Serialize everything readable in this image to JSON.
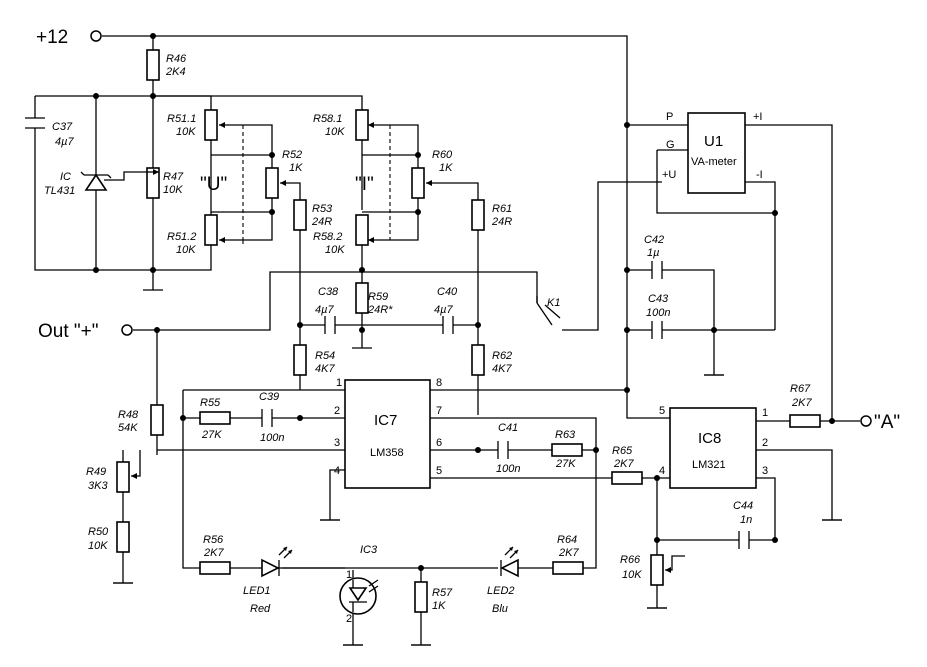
{
  "terminals": {
    "supply": "+12",
    "output_pos": "Out \"+\"",
    "output_a": "\"A\""
  },
  "pots_labels": {
    "voltage": "\"U\"",
    "current": "\"I\""
  },
  "components": {
    "R46": {
      "ref": "R46",
      "value": "2K4"
    },
    "C37": {
      "ref": "C37",
      "value": "4µ7"
    },
    "IC_tl431": {
      "ref": "IC",
      "value": "TL431"
    },
    "R47": {
      "ref": "R47",
      "value": "10K"
    },
    "R51_1": {
      "ref": "R51.1",
      "value": "10K"
    },
    "R51_2": {
      "ref": "R51.2",
      "value": "10K"
    },
    "R52": {
      "ref": "R52",
      "value": "1K"
    },
    "R53": {
      "ref": "R53",
      "value": "24R"
    },
    "R58_1": {
      "ref": "R58.1",
      "value": "10K"
    },
    "R58_2": {
      "ref": "R58.2",
      "value": "10K"
    },
    "R60": {
      "ref": "R60",
      "value": "1K"
    },
    "R61": {
      "ref": "R61",
      "value": "24R"
    },
    "C38": {
      "ref": "C38",
      "value": "4µ7"
    },
    "R59": {
      "ref": "R59",
      "value": "24R*"
    },
    "C40": {
      "ref": "C40",
      "value": "4µ7"
    },
    "K1": {
      "ref": "K1"
    },
    "R54": {
      "ref": "R54",
      "value": "4K7"
    },
    "R62": {
      "ref": "R62",
      "value": "4K7"
    },
    "R48": {
      "ref": "R48",
      "value": "54K"
    },
    "R49": {
      "ref": "R49",
      "value": "3K3"
    },
    "R50": {
      "ref": "R50",
      "value": "10K"
    },
    "R55": {
      "ref": "R55",
      "value": "27K"
    },
    "C39": {
      "ref": "C39",
      "value": "100n"
    },
    "IC7": {
      "ref": "IC7",
      "value": "LM358"
    },
    "C41": {
      "ref": "C41",
      "value": "100n"
    },
    "R63": {
      "ref": "R63",
      "value": "27K"
    },
    "R65": {
      "ref": "R65",
      "value": "2K7"
    },
    "R56": {
      "ref": "R56",
      "value": "2K7"
    },
    "LED1": {
      "ref": "LED1",
      "value": "Red"
    },
    "IC3": {
      "ref": "IC3"
    },
    "R57": {
      "ref": "R57",
      "value": "1K"
    },
    "LED2": {
      "ref": "LED2",
      "value": "Blu"
    },
    "R64": {
      "ref": "R64",
      "value": "2K7"
    },
    "U1": {
      "ref": "U1",
      "value": "VA-meter",
      "pins": [
        "P",
        "+I",
        "G",
        "+U",
        "-I"
      ]
    },
    "C42": {
      "ref": "C42",
      "value": "1µ"
    },
    "C43": {
      "ref": "C43",
      "value": "100n"
    },
    "IC8": {
      "ref": "IC8",
      "value": "LM321"
    },
    "R67": {
      "ref": "R67",
      "value": "2K7"
    },
    "C44": {
      "ref": "C44",
      "value": "1n"
    },
    "R66": {
      "ref": "R66",
      "value": "10K"
    }
  },
  "pin_numbers": {
    "ic7": [
      "1",
      "2",
      "3",
      "4",
      "8",
      "7",
      "6",
      "5"
    ],
    "ic8": [
      "5",
      "4",
      "1",
      "2",
      "3"
    ],
    "ic3": [
      "1",
      "2"
    ]
  }
}
